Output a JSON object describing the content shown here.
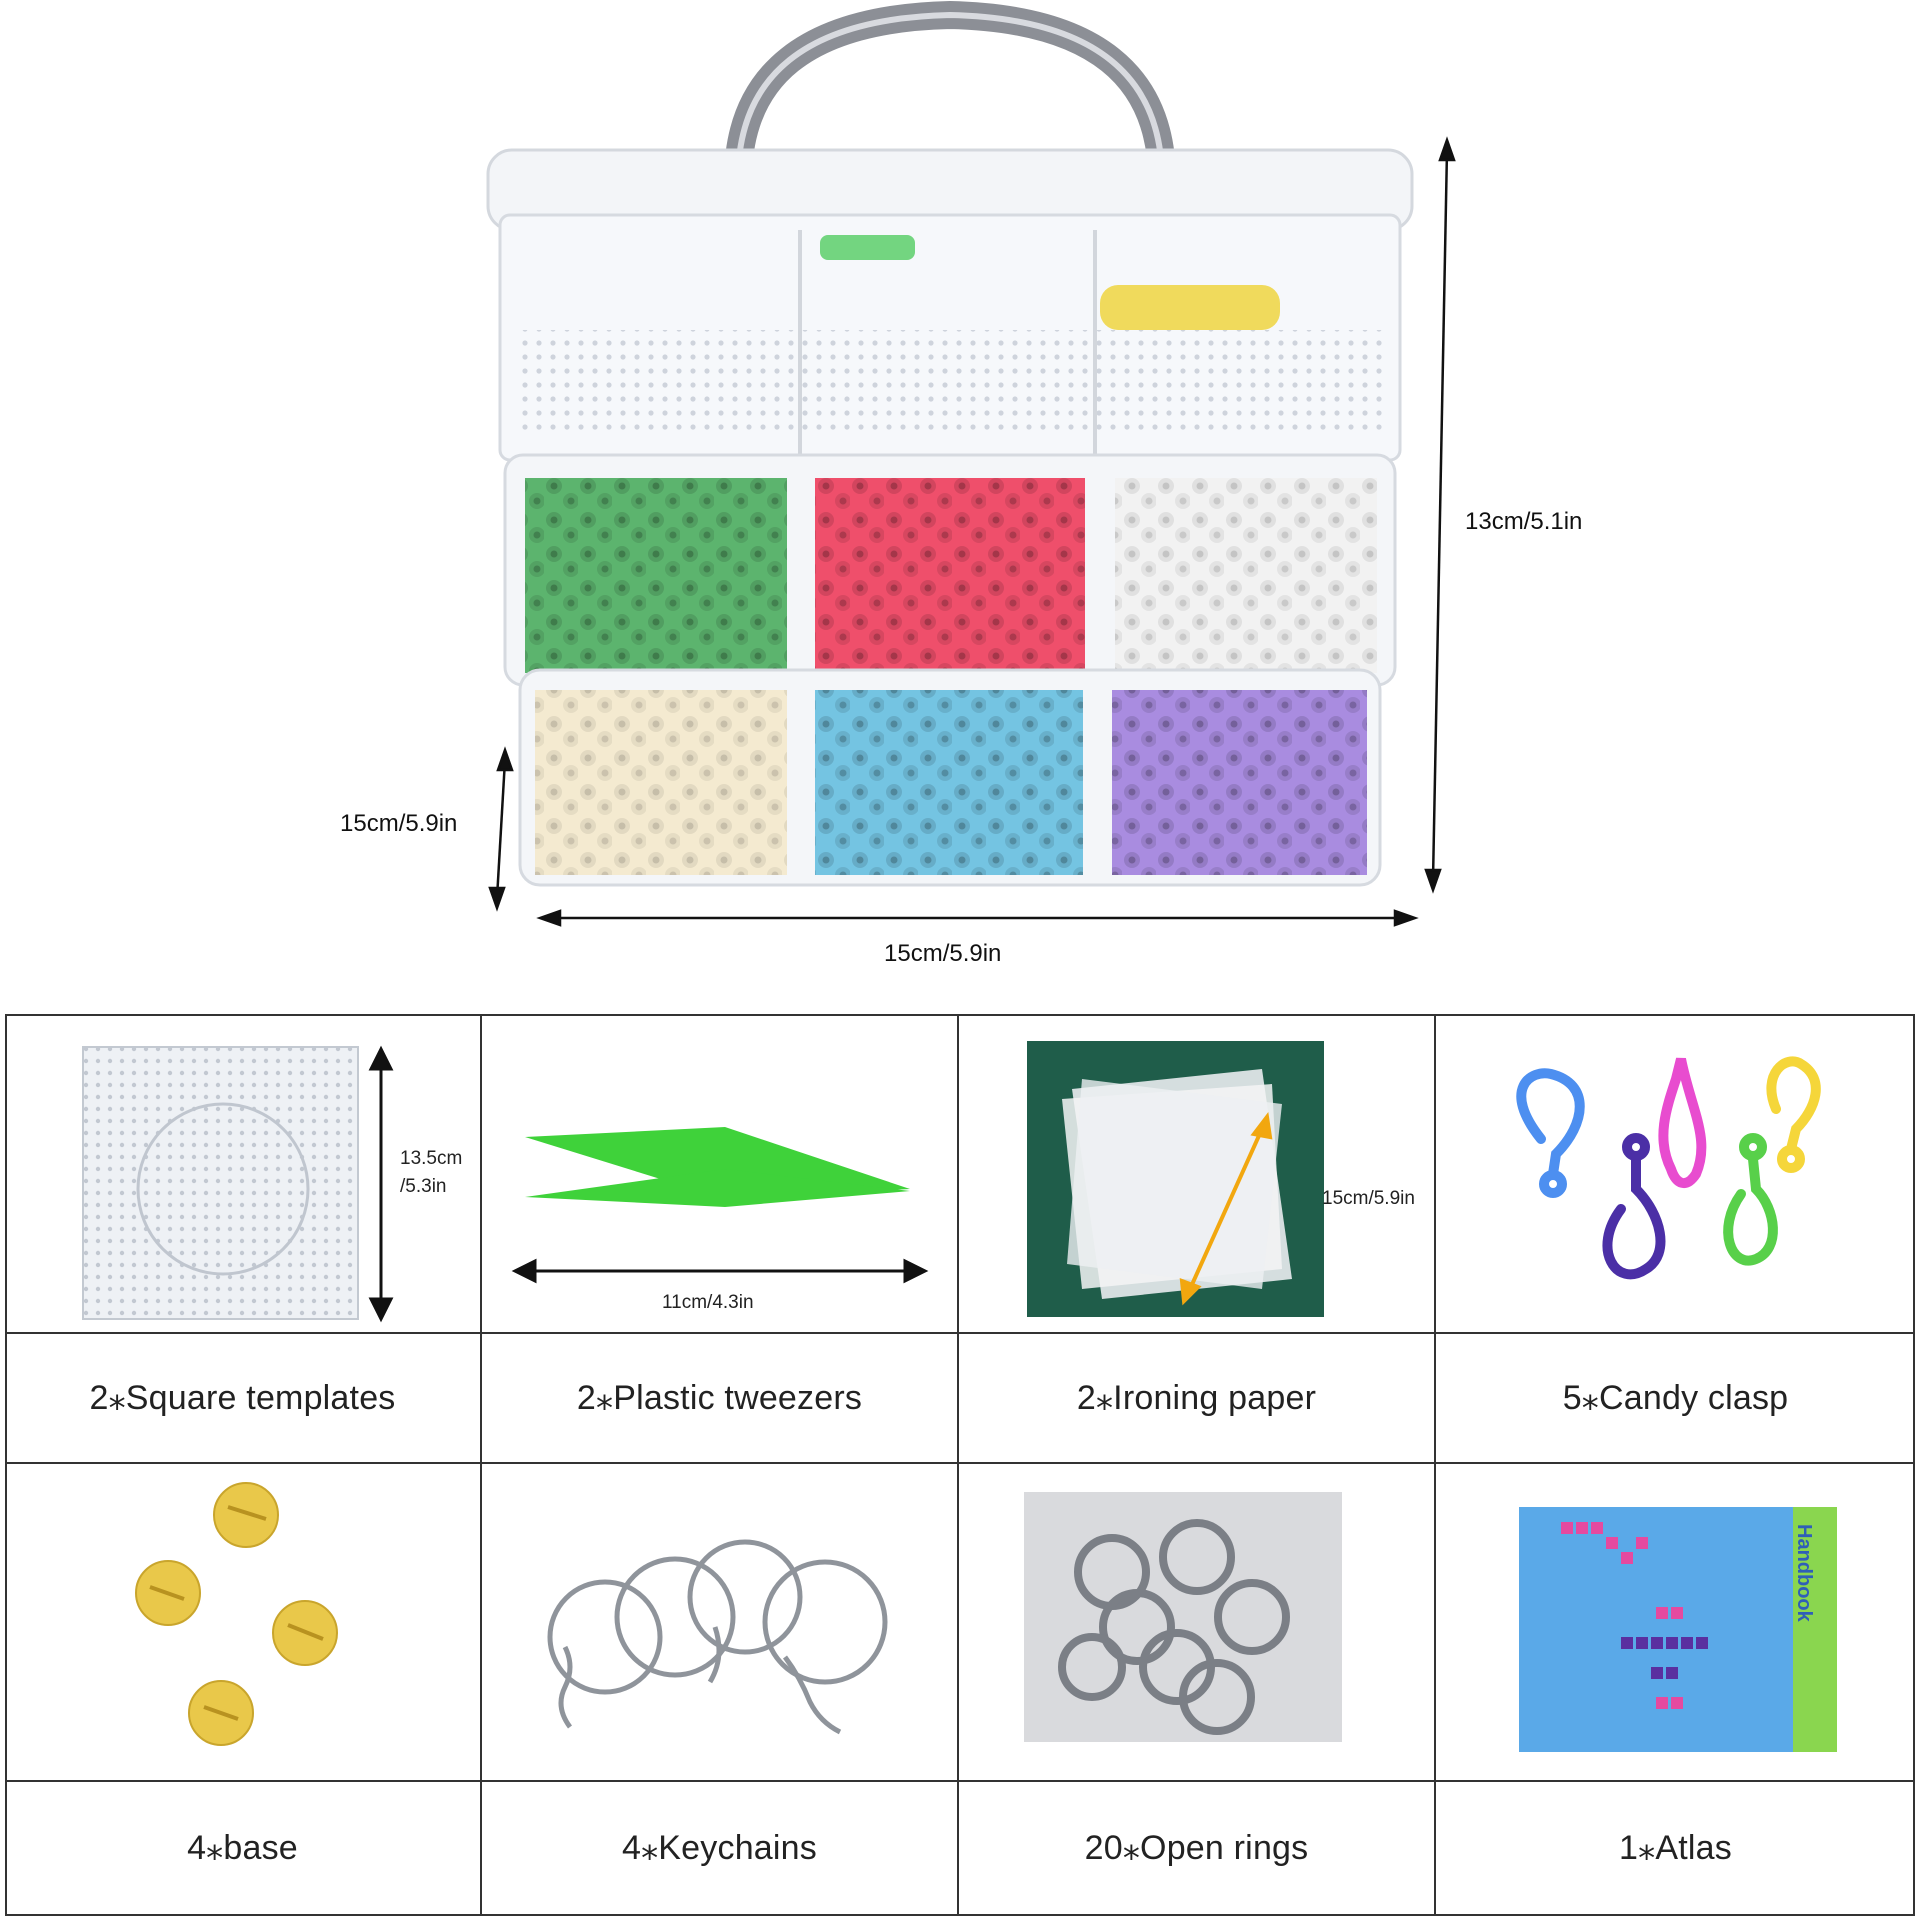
{
  "box": {
    "height_label": "13cm/5.1in",
    "depth_label": "15cm/5.9in",
    "width_label": "15cm/5.9in",
    "bead_colors": [
      "#5cb46e",
      "#ef4f6b",
      "#f2f2f2",
      "#f4ead0",
      "#74c4e2",
      "#a98ce0"
    ],
    "handle_color": "#8c8f96"
  },
  "items": [
    {
      "image_icon": "square-template-icon",
      "dimension_label": "13.5cm",
      "dimension_label_2": "/5.3in",
      "caption": "2⁎Square templates"
    },
    {
      "image_icon": "tweezers-icon",
      "dimension_label": "11cm/4.3in",
      "caption": "2⁎Plastic tweezers"
    },
    {
      "image_icon": "ironing-paper-icon",
      "dimension_label": "15cm/5.9in",
      "caption": "2⁎Ironing paper"
    },
    {
      "image_icon": "candy-clasp-icon",
      "caption": "5⁎Candy clasp"
    },
    {
      "image_icon": "base-icon",
      "caption": "4⁎base"
    },
    {
      "image_icon": "keychain-icon",
      "caption": "4⁎Keychains"
    },
    {
      "image_icon": "open-ring-icon",
      "caption": "20⁎Open rings"
    },
    {
      "image_icon": "atlas-book-icon",
      "book_title": "Handbook",
      "caption": "1⁎Atlas"
    }
  ],
  "colors": {
    "tweezers": "#3fd23a",
    "paper_bg": "#1f5d4a",
    "arrow_orange": "#f2a70f",
    "clasp_blue": "#4d8ff0",
    "clasp_purple": "#4b2fa6",
    "clasp_pink": "#e84ccf",
    "clasp_green": "#58d04a",
    "clasp_yellow": "#f5d63a",
    "base_yellow": "#e9c84a",
    "book_blue": "#5aa9e8",
    "book_green": "#8ad64f"
  }
}
